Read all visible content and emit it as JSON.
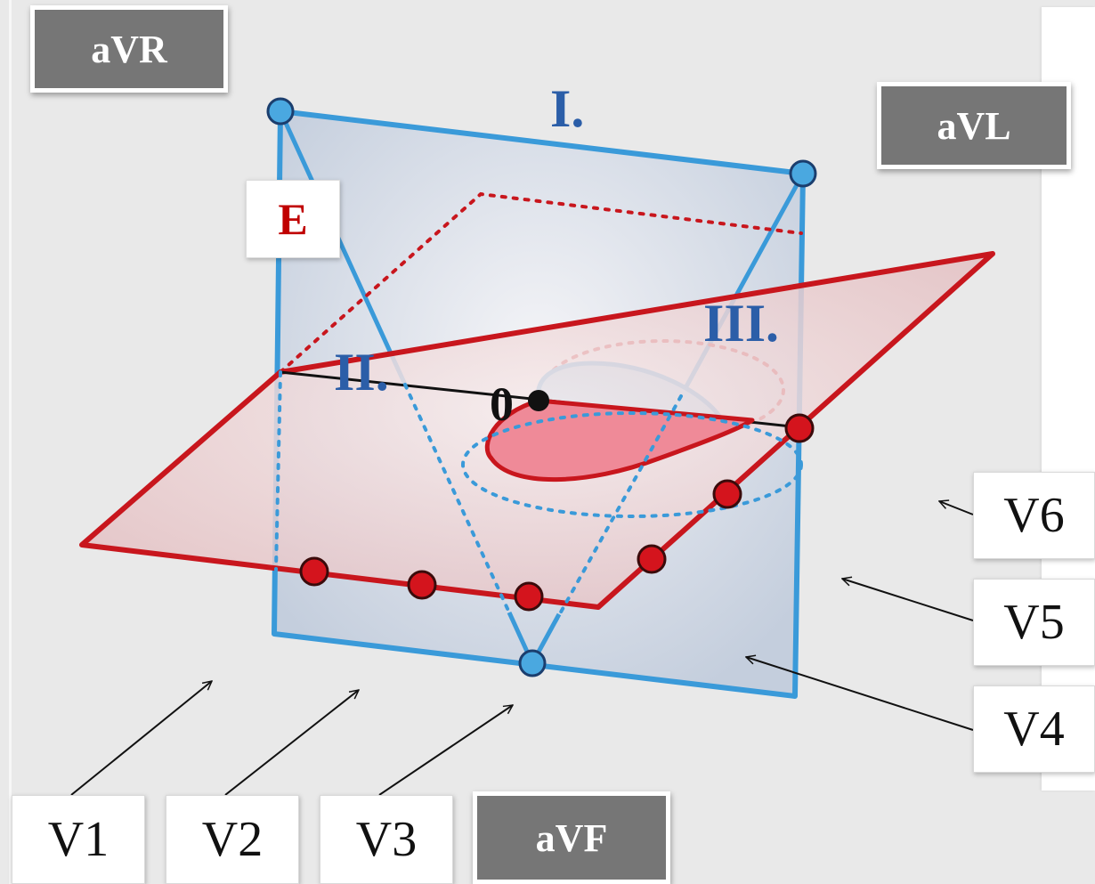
{
  "leads": {
    "aVR": "aVR",
    "aVL": "aVL",
    "aVF": "aVF",
    "V1": "V1",
    "V2": "V2",
    "V3": "V3",
    "V4": "V4",
    "V5": "V5",
    "V6": "V6"
  },
  "axes": {
    "I": "I.",
    "II": "II.",
    "III": "III."
  },
  "plane_label": "E",
  "origin_label": "0",
  "colors": {
    "frontal_plane_edge": "#3a9ad9",
    "frontal_plane_fill": "#c4cedd",
    "horizontal_plane_edge": "#c8161d",
    "horizontal_plane_fill": "#e8c6c6",
    "axis_label": "#2b5ea8",
    "loop_blue": "#9bd2f0",
    "loop_red": "#ef8a98",
    "lead_box_dark": "#767676",
    "e_label": "#c00000"
  }
}
